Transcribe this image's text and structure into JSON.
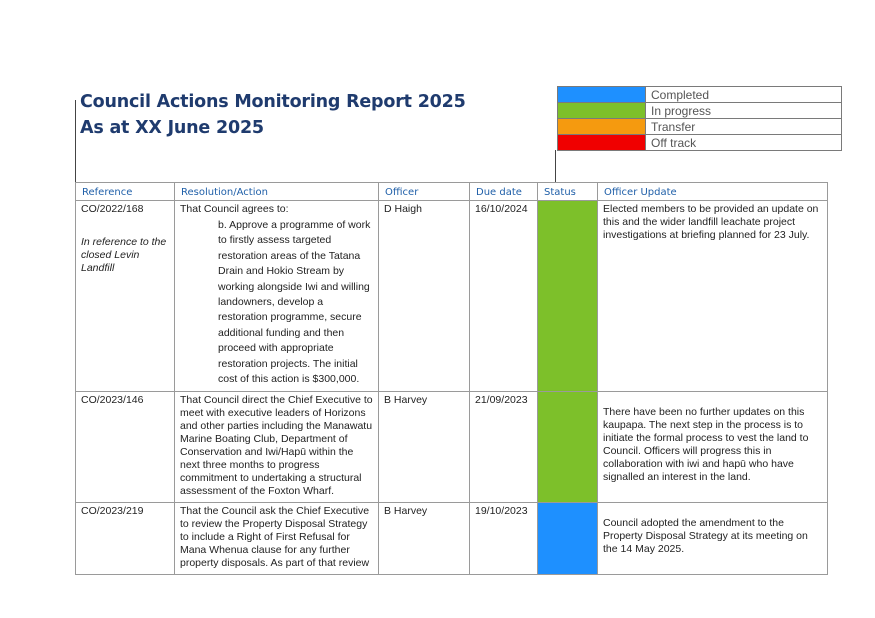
{
  "title": {
    "line1": "Council Actions Monitoring Report 2025",
    "line2": "As at XX June 2025"
  },
  "legend": [
    {
      "color": "#1e90ff",
      "label": "Completed"
    },
    {
      "color": "#7dc02a",
      "label": "In progress"
    },
    {
      "color": "#f59a0f",
      "label": "Transfer"
    },
    {
      "color": "#f00000",
      "label": "Off track"
    }
  ],
  "table": {
    "headers": [
      "Reference",
      "Resolution/Action",
      "Officer",
      "Due date",
      "Status",
      "Officer Update"
    ],
    "rows": [
      {
        "reference": "CO/2022/168",
        "reference_note": "In reference to the closed Levin Landfill",
        "resolution_intro": "That Council agrees to:",
        "resolution_item": "b. Approve a programme of work to firstly assess targeted restoration areas of the Tatana Drain and Hokio Stream by working alongside Iwi and willing landowners, develop a restoration programme, secure additional funding and then proceed with appropriate restoration projects. The initial cost of this action is $300,000.",
        "officer": "D Haigh",
        "due_date": "16/10/2024",
        "status_color": "#7dc02a",
        "update": "Elected members to be provided an update on this and the wider landfill leachate project investigations at briefing planned for 23 July."
      },
      {
        "reference": "CO/2023/146",
        "resolution": "That Council direct the Chief Executive to meet with executive leaders of Horizons and other parties including the Manawatu Marine Boating Club, Department of Conservation and Iwi/Hapū within the next three months to progress commitment to undertaking a structural assessment of the Foxton Wharf.",
        "officer": "B Harvey",
        "due_date": "21/09/2023",
        "status_color": "#7dc02a",
        "update": "There have been no further updates on this kaupapa. The next step in the process is to initiate the formal process to vest the land to Council. Officers will progress this in collaboration with iwi and hapū who have signalled an interest in the land."
      },
      {
        "reference": "CO/2023/219",
        "resolution": "That the Council ask the Chief Executive to review the Property Disposal Strategy to include a Right of First Refusal for Mana Whenua clause for any further property disposals.  As part of that review",
        "officer": "B Harvey",
        "due_date": "19/10/2023",
        "status_color": "#1e90ff",
        "update": "Council adopted the amendment to the Property Disposal Strategy at its meeting on the 14 May 2025."
      }
    ]
  }
}
